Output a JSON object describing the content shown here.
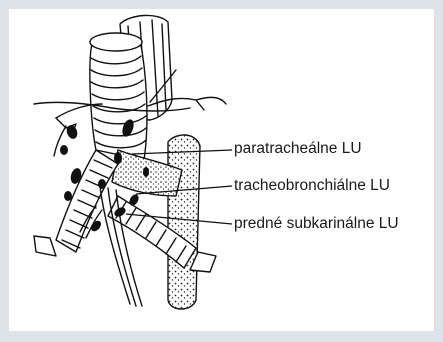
{
  "figure": {
    "labels": {
      "paratracheal": "paratracheálne LU",
      "tracheobronchial": "tracheobronchiálne LU",
      "subcarinal": "predné subkarinálne LU"
    }
  },
  "colors": {
    "background": "#dde3e7",
    "panel": "#ffffff",
    "ink": "#1a1a1a"
  }
}
